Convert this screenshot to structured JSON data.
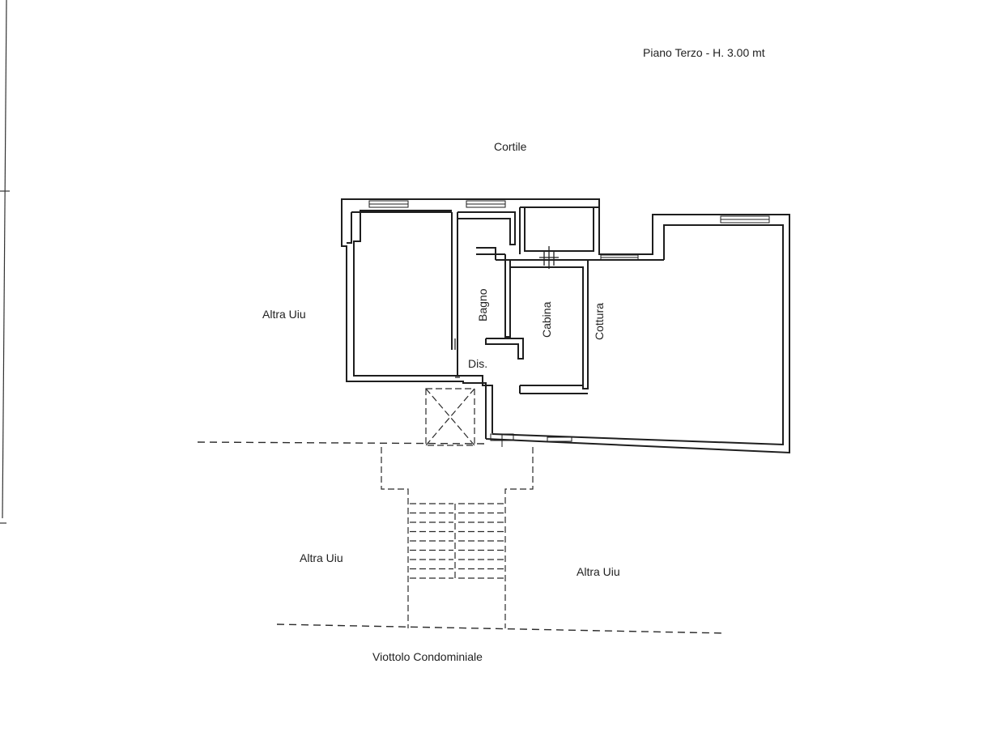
{
  "header": {
    "title": "Piano Terzo - H. 3.00 mt"
  },
  "labels": {
    "courtyard": "Cortile",
    "other_unit_left": "Altra Uiu",
    "other_unit_bottom_left": "Altra Uiu",
    "other_unit_bottom_right": "Altra Uiu",
    "path": "Viottolo Condominiale",
    "bathroom": "Bagno",
    "closet": "Cabina",
    "kitchenette": "Cottura",
    "hallway": "Dis."
  }
}
